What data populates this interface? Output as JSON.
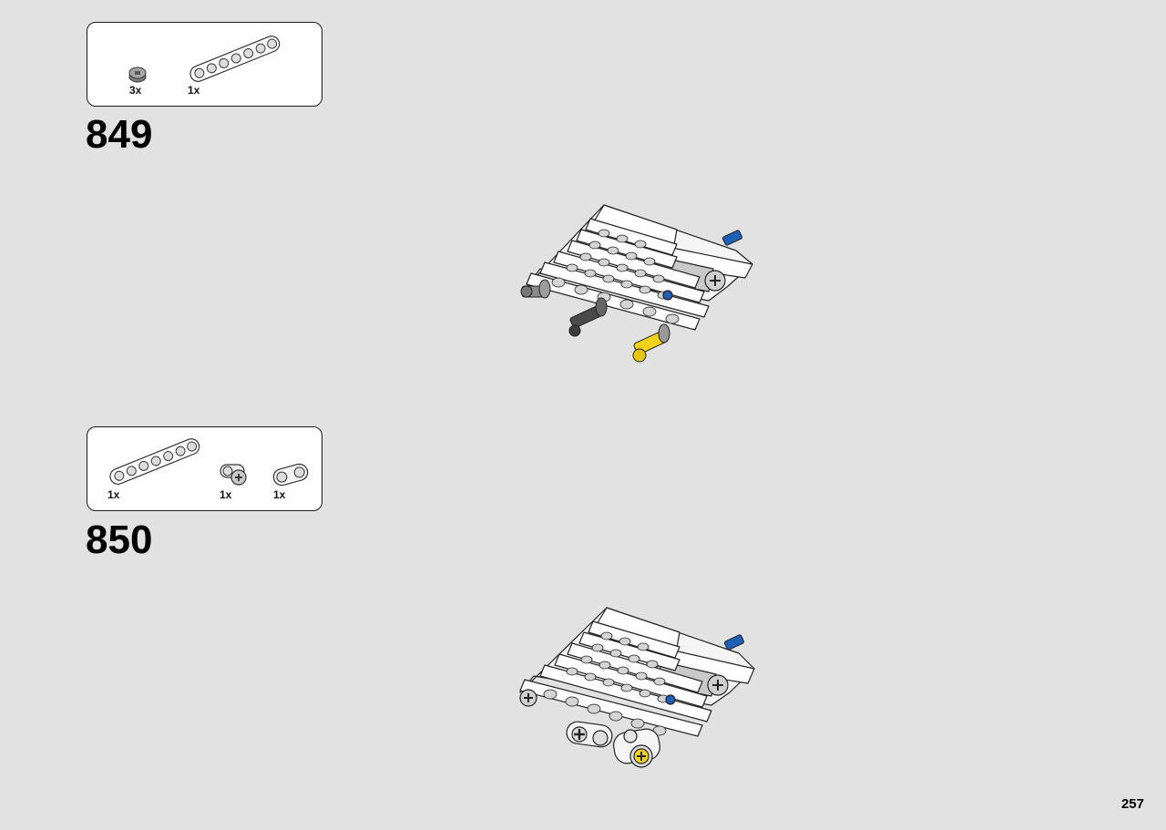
{
  "steps": [
    {
      "number": "849",
      "parts": [
        {
          "icon": "bush-icon",
          "qty": "3x"
        },
        {
          "icon": "beam-7-icon",
          "qty": "1x"
        }
      ]
    },
    {
      "number": "850",
      "parts": [
        {
          "icon": "beam-7-icon",
          "qty": "1x"
        },
        {
          "icon": "cross-block-icon",
          "qty": "1x"
        },
        {
          "icon": "beam-2-icon",
          "qty": "1x"
        }
      ]
    }
  ],
  "page_number": "257",
  "colors": {
    "background": "#e2e2e2",
    "brick_white": "#ffffff",
    "brick_grey": "#9a9a9a",
    "axle_yellow": "#f2d21b",
    "pin_blue": "#1f5fb5",
    "dark_grey": "#555555"
  }
}
